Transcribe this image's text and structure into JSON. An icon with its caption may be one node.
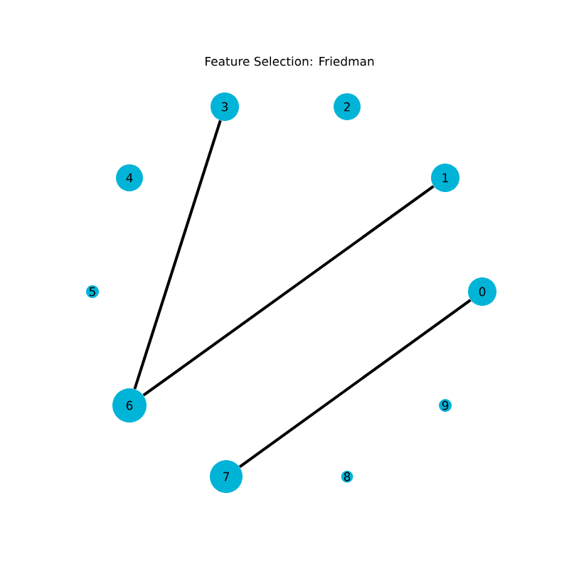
{
  "diagram": {
    "title": "Feature Selection: Friedman",
    "nodes": [
      {
        "text": [
          "0"
        ]
      },
      {
        "text": [
          "1"
        ]
      },
      {
        "text": [
          "2"
        ]
      },
      {
        "text": [
          "3"
        ]
      },
      {
        "text": [
          "4"
        ]
      },
      {
        "text": [
          "5"
        ]
      },
      {
        "text": [
          "6"
        ]
      },
      {
        "text": [
          "7"
        ]
      },
      {
        "text": [
          "8"
        ]
      },
      {
        "text": [
          "9"
        ]
      }
    ],
    "edges": [
      {
        "from": 3,
        "to": 6,
        "arrow": "none"
      },
      {
        "from": 1,
        "to": 6,
        "arrow": "none"
      },
      {
        "from": 0,
        "to": 7,
        "arrow": "none"
      }
    ]
  }
}
